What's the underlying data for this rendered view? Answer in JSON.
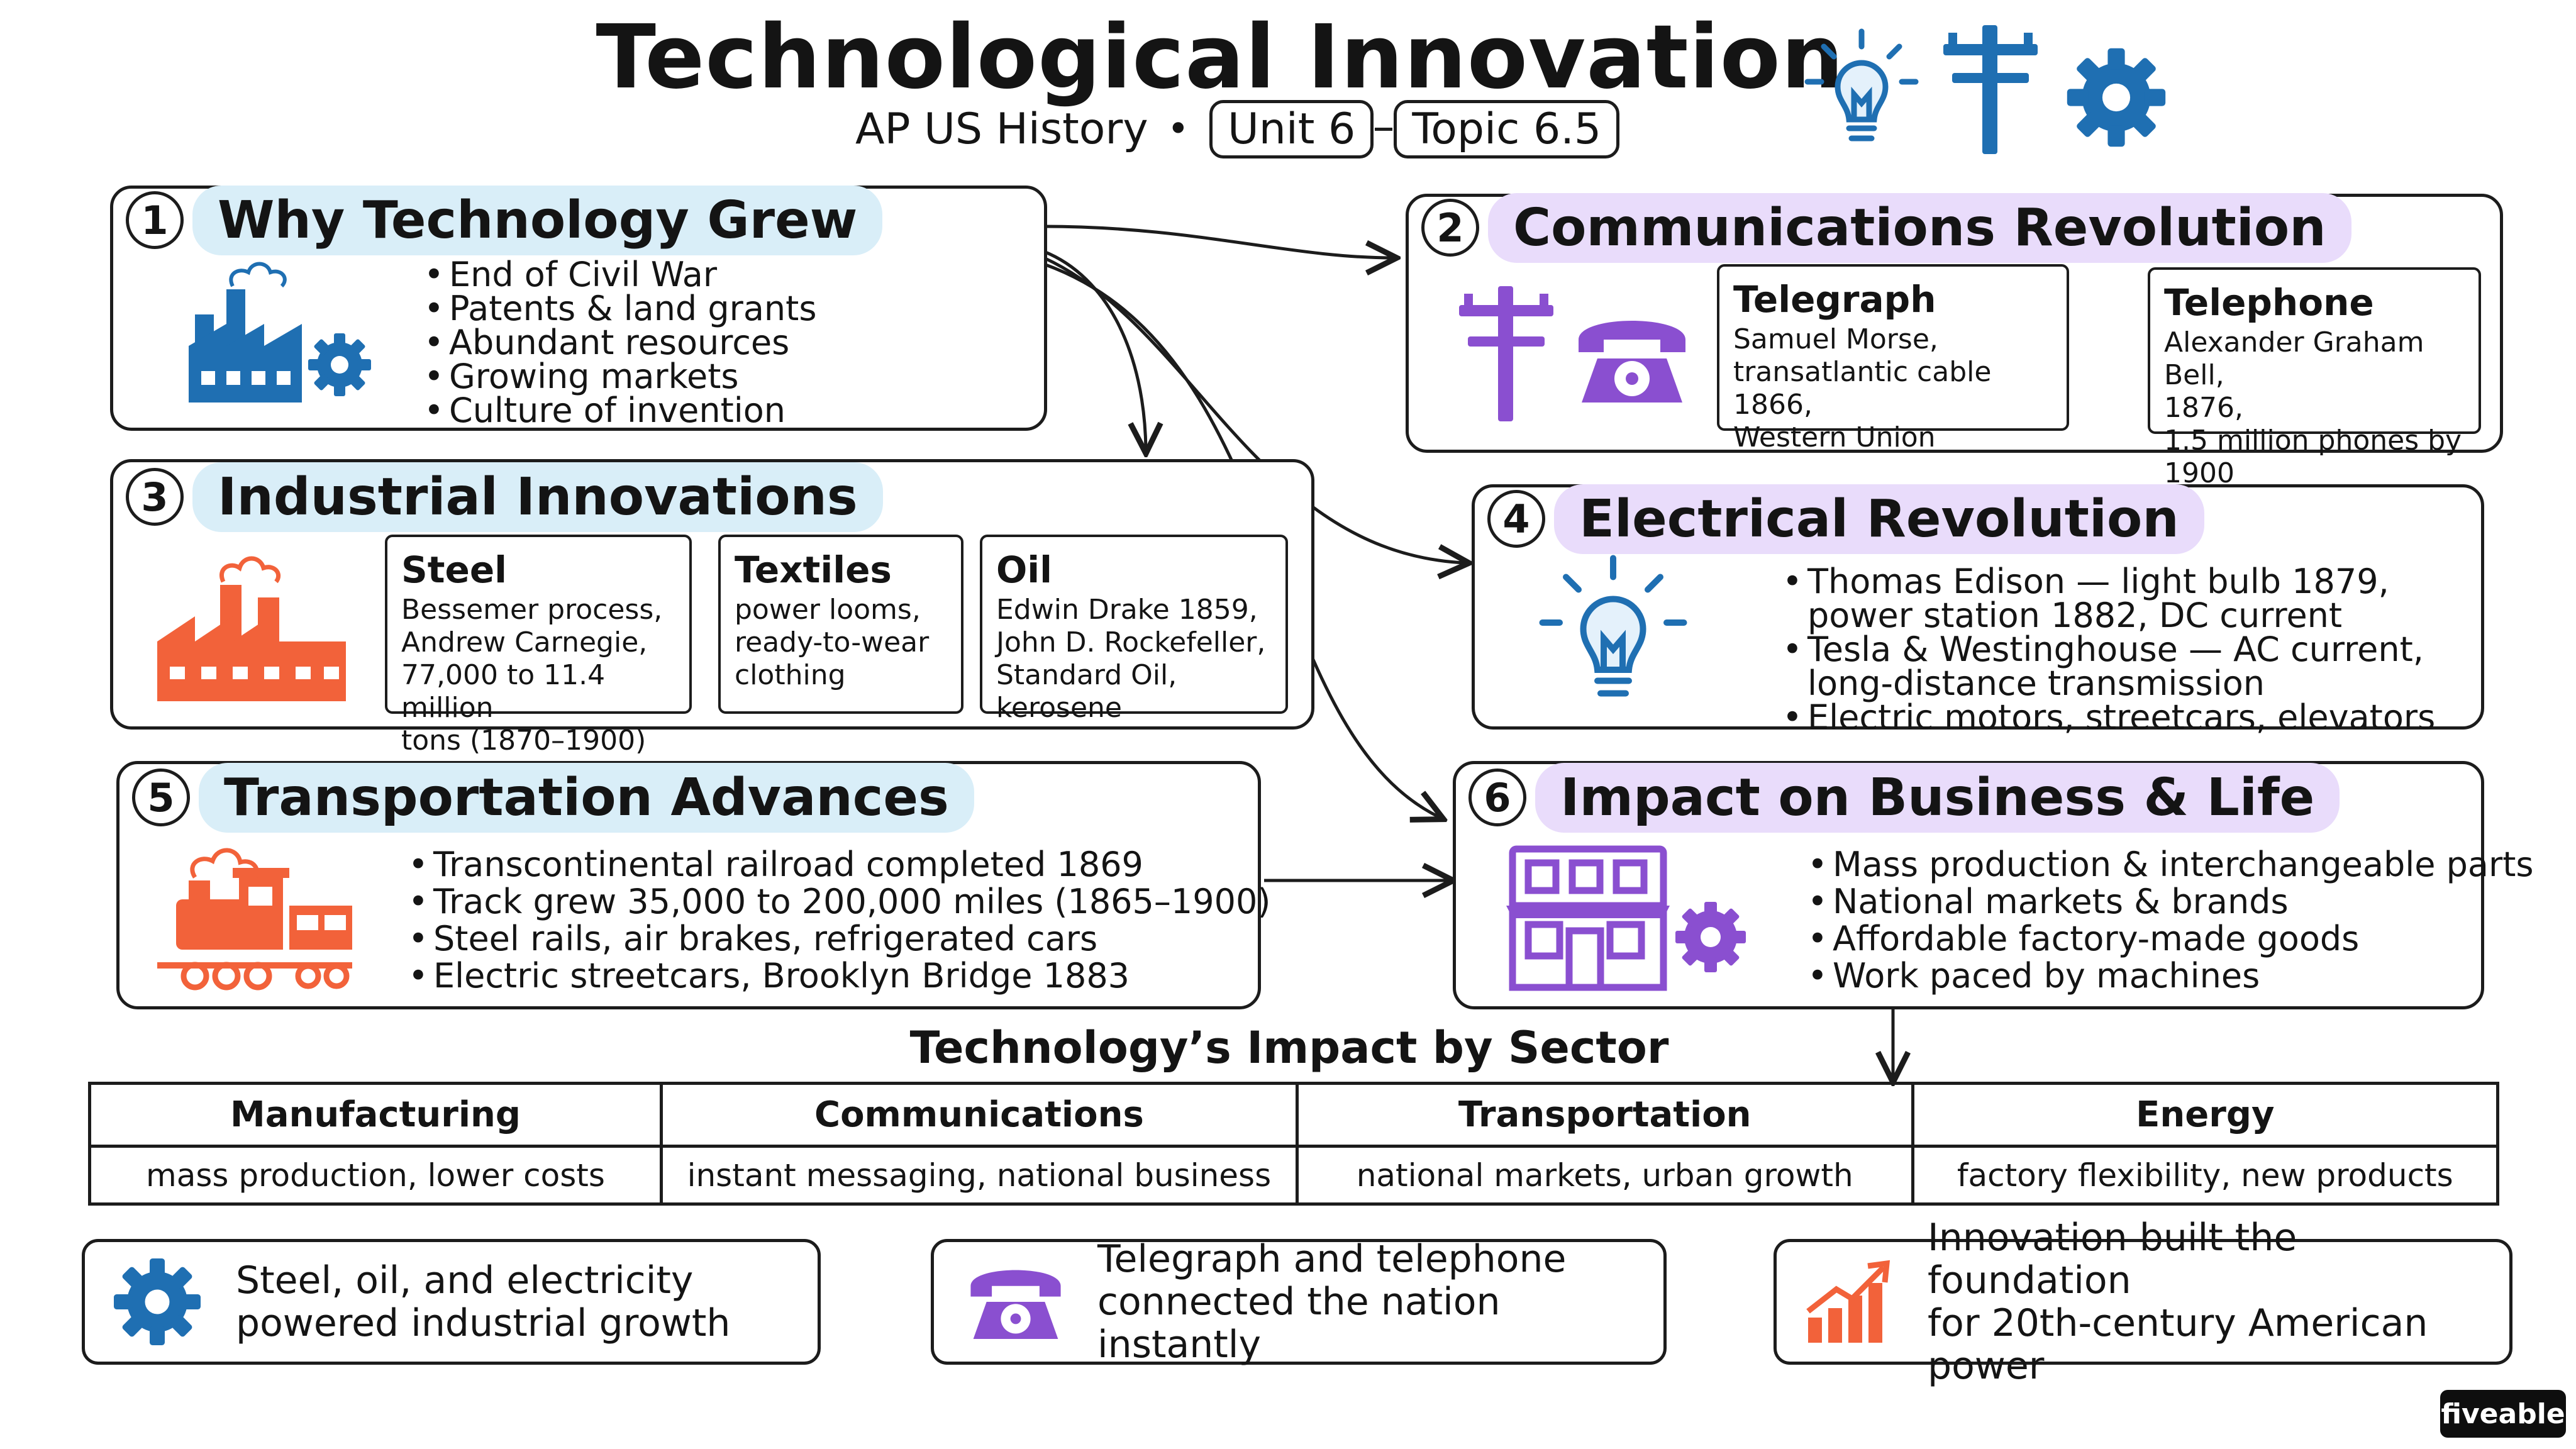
{
  "header": {
    "title": "Technological Innovation",
    "subtitle": "AP US History",
    "separator": "•",
    "unit": "Unit 6",
    "topic": "Topic 6.5"
  },
  "sections": {
    "s1": {
      "num": "1",
      "title": "Why Technology Grew",
      "bullets": [
        "End of Civil War",
        "Patents & land grants",
        "Abundant resources",
        "Growing markets",
        "Culture of invention"
      ]
    },
    "s2": {
      "num": "2",
      "title": "Communications Revolution",
      "telegraph": {
        "title": "Telegraph",
        "lines": [
          "Samuel Morse,",
          "transatlantic cable 1866,",
          "Western Union"
        ]
      },
      "telephone": {
        "title": "Telephone",
        "lines": [
          "Alexander Graham Bell,",
          "1876,",
          "1.5 million phones by 1900"
        ]
      }
    },
    "s3": {
      "num": "3",
      "title": "Industrial Innovations",
      "steel": {
        "title": "Steel",
        "lines": [
          "Bessemer process,",
          "Andrew Carnegie,",
          "77,000 to 11.4 million",
          "tons (1870–1900)"
        ]
      },
      "textiles": {
        "title": "Textiles",
        "lines": [
          "power looms,",
          "ready-to-wear",
          "clothing"
        ]
      },
      "oil": {
        "title": "Oil",
        "lines": [
          "Edwin Drake 1859,",
          "John D. Rockefeller,",
          "Standard Oil,",
          "kerosene"
        ]
      }
    },
    "s4": {
      "num": "4",
      "title": "Electrical Revolution",
      "bullets": [
        [
          "Thomas Edison — light bulb 1879,",
          "power station 1882, DC current"
        ],
        [
          "Tesla & Westinghouse — AC current,",
          "long-distance transmission"
        ],
        [
          "Electric motors, streetcars, elevators"
        ]
      ]
    },
    "s5": {
      "num": "5",
      "title": "Transportation Advances",
      "bullets": [
        "Transcontinental railroad completed 1869",
        "Track grew 35,000 to 200,000 miles (1865–1900)",
        "Steel rails, air brakes, refrigerated cars",
        "Electric streetcars, Brooklyn Bridge 1883"
      ]
    },
    "s6": {
      "num": "6",
      "title": "Impact on Business & Life",
      "bullets": [
        "Mass production & interchangeable parts",
        "National markets & brands",
        "Affordable factory-made goods",
        "Work paced by machines"
      ]
    }
  },
  "sector_table": {
    "title": "Technology’s Impact by Sector",
    "headers": [
      "Manufacturing",
      "Communications",
      "Transportation",
      "Energy"
    ],
    "values": [
      "mass production, lower costs",
      "instant messaging, national business",
      "national markets, urban growth",
      "factory flexibility, new products"
    ]
  },
  "summaries": [
    {
      "lines": [
        "Steel, oil, and electricity",
        "powered industrial growth"
      ],
      "icon": "gear-icon"
    },
    {
      "lines": [
        "Telegraph and telephone",
        "connected the nation instantly"
      ],
      "icon": "telephone-icon"
    },
    {
      "lines": [
        "Innovation built the foundation",
        "for 20th-century American power"
      ],
      "icon": "growth-chart-icon"
    }
  ],
  "brand": "fiveable",
  "colors": {
    "blue": "#1f6fb2",
    "purple": "#8a4fd0",
    "orange": "#f2623a",
    "label_blue": "#d9eef8",
    "label_purple": "#e9dcfb"
  }
}
